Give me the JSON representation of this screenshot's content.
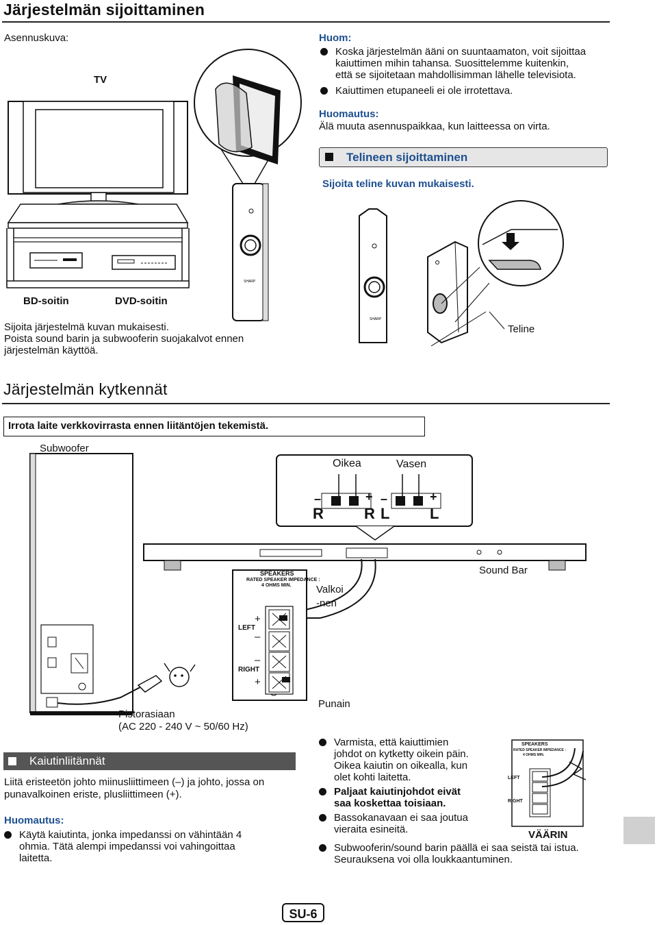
{
  "page": {
    "title": "Järjestelmän sijoittaminen",
    "install_label": "Asennuskuva:",
    "tv_label": "TV",
    "bd_label": "BD-soitin",
    "dvd_label": "DVD-soitin",
    "place_text_1": "Sijoita järjestelmä kuvan mukaisesti.",
    "place_text_2": "Poista sound barin ja subwooferin suojakalvot ennen",
    "place_text_3": "järjestelmän käyttöä.",
    "teline_label": "Teline"
  },
  "notes": {
    "huom_label": "Huom:",
    "bullet1_l1": "Koska järjestelmän ääni on suuntaamaton, voit sijoittaa",
    "bullet1_l2": "kaiuttimen mihin tahansa. Suosittelemme kuitenkin,",
    "bullet1_l3": "että se sijoitetaan mahdollisimman lähelle televisiota.",
    "bullet2": "Kaiuttimen etupaneeli ei ole irrotettava.",
    "huomautus_label": "Huomautus:",
    "huomautus_text": "Älä muuta asennuspaikkaa, kun laitteessa on virta."
  },
  "stand": {
    "heading": "Telineen sijoittaminen",
    "text": "Sijoita teline kuvan mukaisesti."
  },
  "connections": {
    "title": "Järjestelmän kytkennät",
    "warning": "Irrota laite verkkovirrasta ennen liitäntöjen tekemistä.",
    "subwoofer_label": "Subwoofer",
    "oikea_label": "Oikea",
    "vasen_label": "Vasen",
    "soundbar_label": "Sound Bar",
    "valkoi_l1": "Valkoi",
    "valkoi_l2": "-nen",
    "punain_label": "Punain",
    "outlet_l1": "Pistorasiaan",
    "outlet_l2": "(AC 220 - 240 V ~ 50/60 Hz)",
    "terminal_r": "R",
    "terminal_l": "L",
    "minus": "–",
    "plus": "+",
    "speakers_title": "SPEAKERS",
    "impedance_l1": "RATED SPEAKER IMPEDANCE :",
    "impedance_l2": "4 OHMS MIN.",
    "left": "LEFT",
    "right": "RIGHT"
  },
  "speaker_conn": {
    "heading": "Kaiutinliitännät",
    "text_l1": "Liitä eristeetön johto miinusliittimeen (–) ja johto, jossa on",
    "text_l2": "punavalkoinen eriste, plusliittimeen (+).",
    "huomautus_label": "Huomautus:",
    "bullet_l1": "Käytä kaiutinta, jonka impedanssi on vähintään 4",
    "bullet_l2": "ohmia. Tätä alempi impedanssi voi vahingoittaa",
    "bullet_l3": "laitetta."
  },
  "right_bullets": {
    "b1_l1": "Varmista, että kaiuttimien",
    "b1_l2": "johdot on kytketty oikein päin.",
    "b1_l3": "Oikea kaiutin on oikealla, kun",
    "b1_l4": "olet kohti laitetta.",
    "b2_l1": "Paljaat kaiutinjohdot eivät",
    "b2_l2": "saa koskettaa toisiaan.",
    "b3_l1": "Bassokanavaan ei saa joutua",
    "b3_l2": "vieraita esineitä.",
    "b4_l1": "Subwooferin/sound barin päällä ei saa seistä tai istua.",
    "b4_l2": "Seurauksena voi olla loukkaantuminen.",
    "vaarin": "VÄÄRIN"
  },
  "footer": {
    "page_number": "SU-6"
  }
}
